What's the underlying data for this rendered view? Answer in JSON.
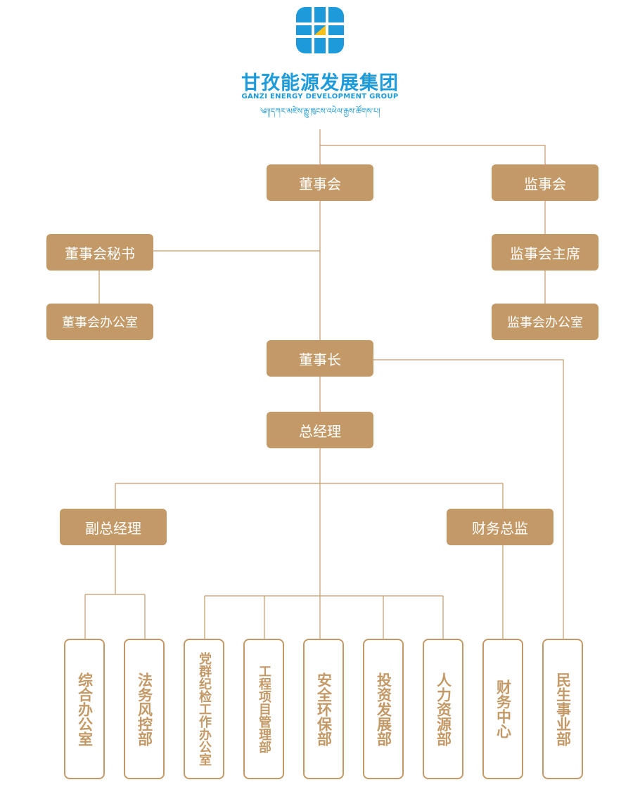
{
  "logo": {
    "name_cn": "甘孜能源发展集团",
    "name_en": "GANZI ENERGY DEVELOPMENT GROUP",
    "name_tibetan": "༄།།དཀར་མཛེས་རྒྱུ་ཁུངས་འཕེལ་རྒྱས་ཚོགས་པ།",
    "colors": {
      "blue": "#1c9ad9",
      "yellow": "#f5c01b"
    }
  },
  "colors": {
    "node_fill": "#c39a67",
    "node_text": "#ffffff",
    "line": "#c39a67"
  },
  "nodes": {
    "board": "董事会",
    "supervisory_board": "监事会",
    "board_secretary": "董事会秘书",
    "board_office": "董事会办公室",
    "supervisory_chair": "监事会主席",
    "supervisory_office": "监事会办公室",
    "chairman": "董事长",
    "general_manager": "总经理",
    "deputy_gm": "副总经理",
    "cfo": "财务总监"
  },
  "departments": [
    "综合办公室",
    "法务风控部",
    "党群纪检工作办公室",
    "工程项目管理部",
    "安全环保部",
    "投资发展部",
    "人力资源部",
    "财务中心",
    "民生事业部"
  ]
}
